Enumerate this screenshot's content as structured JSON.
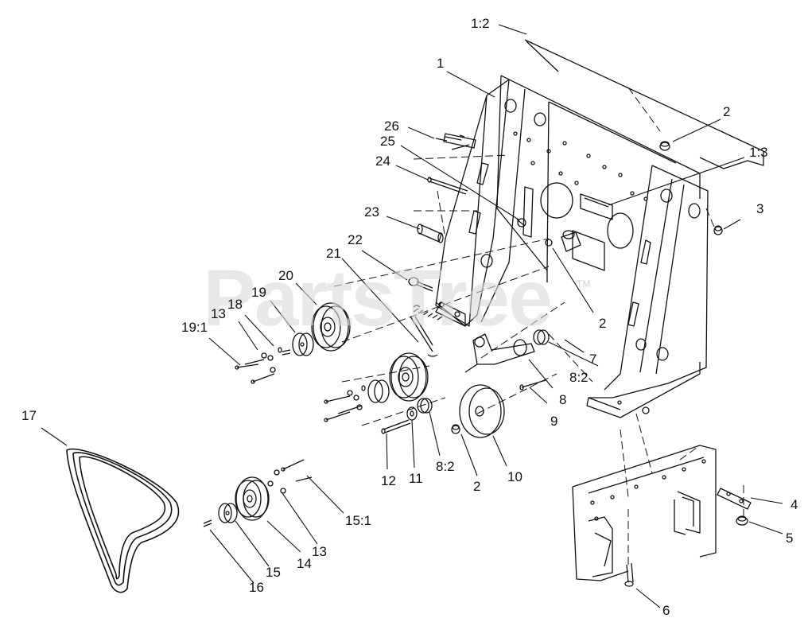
{
  "watermark": {
    "text": "PartsTree",
    "tm": "TM"
  },
  "callouts": {
    "c1_2": "1:2",
    "c1": "1",
    "c2_a": "2",
    "c1_3": "1:3",
    "c26": "26",
    "c25": "25",
    "c24": "24",
    "c3": "3",
    "c23": "23",
    "c22": "22",
    "c21": "21",
    "c20": "20",
    "c19": "19",
    "c18": "18",
    "c13_a": "13",
    "c19_1": "19:1",
    "c2_b": "2",
    "c7": "7",
    "c8_2_a": "8:2",
    "c8": "8",
    "c9": "9",
    "c17": "17",
    "c12": "12",
    "c11": "11",
    "c8_2_b": "8:2",
    "c2_c": "2",
    "c10": "10",
    "c15_1": "15:1",
    "c13_b": "13",
    "c14": "14",
    "c15": "15",
    "c16": "16",
    "c4": "4",
    "c5": "5",
    "c6": "6"
  },
  "colors": {
    "line": "#111111",
    "paper": "#ffffff",
    "watermark": "#d9d9d9"
  }
}
